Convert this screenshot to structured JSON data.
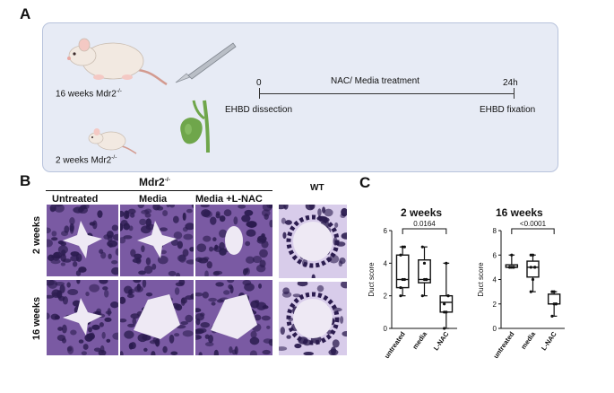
{
  "panels": {
    "a": {
      "letter": "A",
      "mouse_old": {
        "prefix": "16 weeks Mdr2",
        "sup": "-/-"
      },
      "mouse_young": {
        "prefix": "2 weeks Mdr2",
        "sup": "-/-"
      },
      "timeline": {
        "start": "0",
        "end": "24h",
        "middle": "NAC/ Media treatment",
        "left_caption": "EHBD dissection",
        "right_caption": "EHBD fixation"
      },
      "colors": {
        "box_bg": "#e7ebf5",
        "box_border": "#b8c3dc",
        "gallbladder": "#6fa64b",
        "mouse": "#f2e9e1"
      }
    },
    "b": {
      "letter": "B",
      "group_title": {
        "prefix": "Mdr2",
        "sup": "-/-"
      },
      "wt_label": "WT",
      "columns": [
        "Untreated",
        "Media",
        "Media +L-NAC"
      ],
      "rows": [
        "2 weeks",
        "16 weeks"
      ],
      "stain_colors": {
        "dark": "#2b1c4f",
        "mid": "#7a5aa3",
        "light": "#d8ccea",
        "lumen": "#eee9f4"
      }
    },
    "c": {
      "letter": "C",
      "ylabel": "Duct score",
      "colors": {
        "box": "#ffffff",
        "stroke": "#111111"
      }
    }
  },
  "chart_data": [
    {
      "type": "box",
      "title": "2 weeks",
      "ylabel": "Duct score",
      "categories": [
        "untreated",
        "media",
        "L-NAC"
      ],
      "ylim": [
        0,
        6
      ],
      "yticks": [
        0,
        2,
        4,
        6
      ],
      "boxes": [
        {
          "min": 2,
          "q1": 2.5,
          "median": 3,
          "q3": 4.5,
          "max": 5
        },
        {
          "min": 2,
          "q1": 2.8,
          "median": 3,
          "q3": 4.2,
          "max": 5
        },
        {
          "min": 0,
          "q1": 1,
          "median": 1.6,
          "q3": 2,
          "max": 4
        }
      ],
      "points": [
        [
          2,
          3,
          3,
          4.5,
          5,
          5,
          2.5
        ],
        [
          2,
          3,
          3,
          5,
          4,
          3
        ],
        [
          0,
          1,
          2,
          1.5,
          4,
          2,
          1
        ]
      ],
      "comparison": {
        "from": 0,
        "to": 2,
        "label": "0.0164"
      }
    },
    {
      "type": "box",
      "title": "16 weeks",
      "ylabel": "Duct score",
      "categories": [
        "untreated",
        "media",
        "L-NAC"
      ],
      "ylim": [
        0,
        8
      ],
      "yticks": [
        0,
        2,
        4,
        6,
        8
      ],
      "boxes": [
        {
          "min": 5,
          "q1": 5,
          "median": 5,
          "q3": 5.2,
          "max": 6
        },
        {
          "min": 3,
          "q1": 4.2,
          "median": 5,
          "q3": 5.5,
          "max": 6
        },
        {
          "min": 1,
          "q1": 2,
          "median": 2,
          "q3": 2.8,
          "max": 3
        }
      ],
      "points": [
        [
          5,
          5,
          5,
          5,
          6,
          5
        ],
        [
          3,
          4,
          5,
          5,
          6,
          5,
          6
        ],
        [
          1,
          2,
          2,
          3,
          3,
          2
        ]
      ],
      "comparison": {
        "from": 0,
        "to": 2,
        "label": "<0.0001"
      }
    }
  ]
}
